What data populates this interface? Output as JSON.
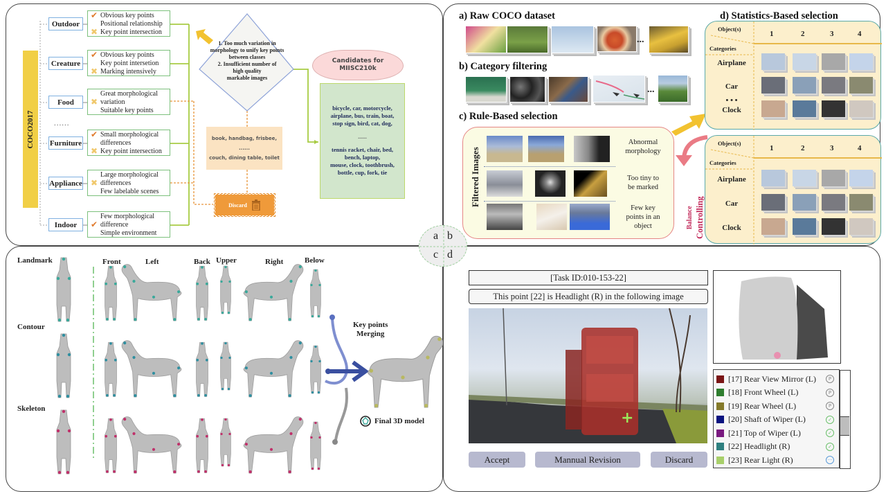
{
  "panel_labels": {
    "a": "a",
    "b": "b",
    "c": "c",
    "d": "d"
  },
  "panel_a": {
    "root_label": "COCO2017",
    "categories": [
      {
        "name": "Outdoor",
        "lines": [
          "Obvious key points",
          "Positional relationship",
          "Key point intersection"
        ],
        "marks": [
          "check",
          "",
          "cross"
        ]
      },
      {
        "name": "Creature",
        "lines": [
          "Obvious key points",
          "Key point intersetion",
          "Marking intensively"
        ],
        "marks": [
          "check",
          "",
          "cross"
        ]
      },
      {
        "name": "Food",
        "lines": [
          "Great morphological",
          "variation",
          "Suitable key points"
        ],
        "marks": [
          "",
          "cross",
          ""
        ]
      },
      {
        "name": "Furniture",
        "lines": [
          "Small morphological",
          "differences",
          "Key point intersection"
        ],
        "marks": [
          "check",
          "",
          "cross"
        ]
      },
      {
        "name": "Appliance",
        "lines": [
          "Large morphological",
          "differences",
          "Few labelable scenes"
        ],
        "marks": [
          "",
          "cross",
          ""
        ]
      },
      {
        "name": "Indoor",
        "lines": [
          "Few morphological",
          "difference",
          "Simple environment"
        ],
        "marks": [
          "",
          "check",
          ""
        ]
      }
    ],
    "ellipsis": "......",
    "decision_lines": [
      "1. Too much variation in",
      "morphology to unify key points",
      "between classes",
      "2. Insufficient number of",
      "high quality",
      "markable images"
    ],
    "rejected_lines": [
      "book, handbag, frisbee,",
      "......",
      "couch, dining table, toilet"
    ],
    "discard_label": "Discard",
    "cloud_lines": [
      "Candidates for",
      "MIISC210k"
    ],
    "candidates_lines": [
      "bicycle, car, motorcycle,",
      "airplane, bus, train, boat,",
      "stop sign, bird, cat, dog,",
      "......",
      "tennis racket, chair, bed,",
      "bench,  laptop,",
      "mouse, clock,  toothbrush,",
      "bottle,  cup, fork, tie"
    ]
  },
  "panel_b": {
    "raw_title": "a) Raw COCO dataset",
    "filter_title": "b) Category filtering",
    "rule_title": "c) Rule-Based selection",
    "stats_title": "d) Statistics-Based selection",
    "ellipsis": "...",
    "filtered_label": "Filtered Images",
    "rules": [
      "Abnormal morphology",
      "Too tiny to be marked",
      "Few key points in an object"
    ],
    "rule_lines": [
      [
        "Abnormal",
        "morphology"
      ],
      [
        "Too tiny to",
        "be marked"
      ],
      [
        "Few key",
        "points in an",
        "object"
      ]
    ],
    "table_header_objects": "Object(s)",
    "table_header_categories": "Categories",
    "columns": [
      "1",
      "2",
      "3",
      "4"
    ],
    "rows_top": [
      "Airplane",
      "Car",
      "• • •",
      "Clock"
    ],
    "rows_bottom": [
      "Airplane",
      "Car",
      "Clock"
    ],
    "balance_lines": [
      "Balance",
      "Controlling"
    ]
  },
  "panel_c": {
    "row_labels": [
      "Landmark",
      "Contour",
      "Skeleton"
    ],
    "views": [
      "Front",
      "Left",
      "Back",
      "Upper",
      "Right",
      "Below"
    ],
    "merge_lines": [
      "Key points",
      "Merging"
    ],
    "final_label": "Final 3D model",
    "colors": {
      "landmark": "#3aa89a",
      "contour": "#2f8fa0",
      "skeleton": "#c0306a",
      "final": "#b8b860"
    }
  },
  "panel_d": {
    "task_id": "[Task ID:010-153-22]",
    "instruction": "This point [22] is Headlight (R) in the following image",
    "buttons": {
      "accept": "Accept",
      "revision": "Mannual Revision",
      "discard": "Discard"
    },
    "keypoints": [
      {
        "label": "[17] Rear View Mirror (L)",
        "color": "#7a1515",
        "status": "pending",
        "glyph": "P"
      },
      {
        "label": "[18] Front Wheel (L)",
        "color": "#2e7d2e",
        "status": "pending",
        "glyph": "P"
      },
      {
        "label": "[19] Rear Wheel (L)",
        "color": "#857a2a",
        "status": "pending",
        "glyph": "P"
      },
      {
        "label": "[20] Shaft of  Wiper (L)",
        "color": "#0a1480",
        "status": "done",
        "glyph": "✓"
      },
      {
        "label": "[21] Top of  Wiper (L)",
        "color": "#7a1a80",
        "status": "done",
        "glyph": "✓"
      },
      {
        "label": "[22] Headlight (R)",
        "color": "#2f8080",
        "status": "done",
        "glyph": "✓"
      },
      {
        "label": "[23] Rear Light (R)",
        "color": "#a8cf6a",
        "status": "in-progress",
        "glyph": "···"
      }
    ],
    "marker_glyph": "+"
  }
}
